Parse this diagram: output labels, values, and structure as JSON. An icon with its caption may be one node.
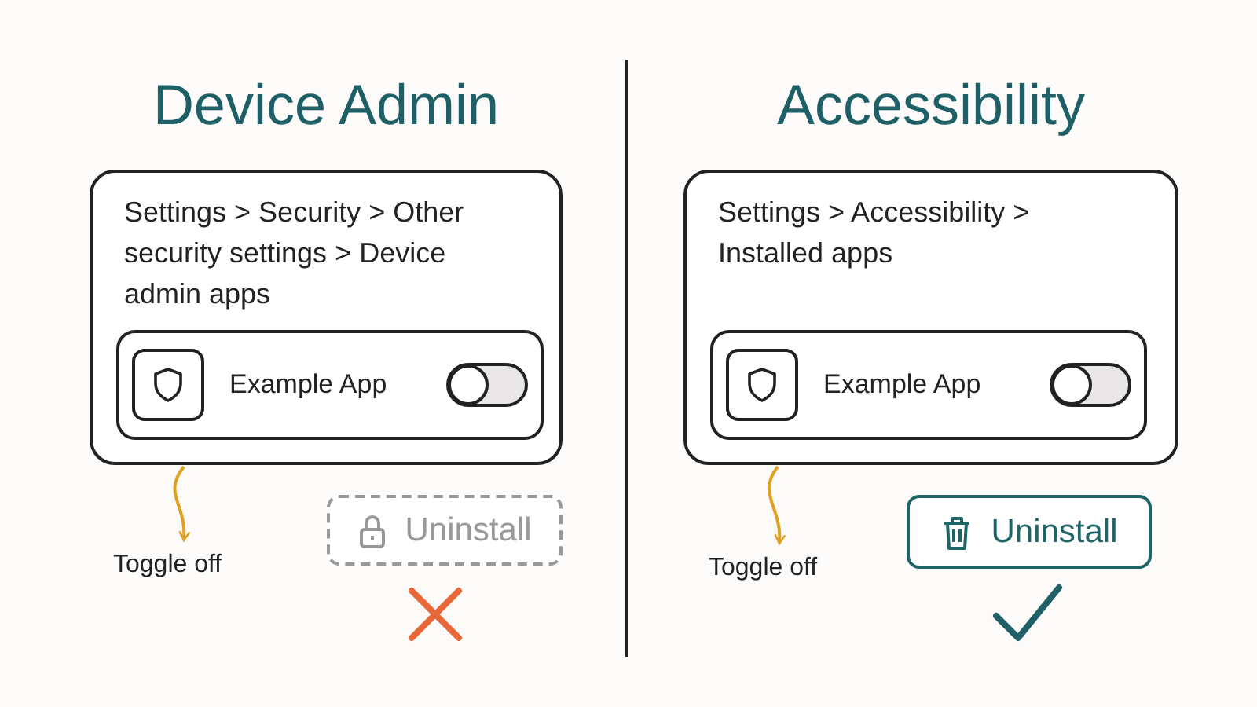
{
  "diagram": {
    "nodes": [
      {
        "text": [
          "Settings > Security > Other security settings > Device admin apps"
        ]
      },
      {
        "text": [
          "Example App"
        ],
        "in": 0
      },
      {
        "text": [
          "Toggle off"
        ]
      },
      {
        "text": [
          "Uninstall"
        ]
      },
      {
        "text": [
          "Settings > Accessibility > Installed apps"
        ]
      },
      {
        "text": [
          "Example App"
        ],
        "in": 4
      },
      {
        "text": [
          "Toggle off"
        ]
      },
      {
        "text": [
          "Uninstall"
        ]
      }
    ],
    "edges": [
      {
        "from": 0,
        "to": 2,
        "arrow": "to",
        "color": "#e0a020"
      },
      {
        "from": 4,
        "to": 6,
        "arrow": "to",
        "color": "#e0a020"
      }
    ],
    "labels": [
      "Device Admin",
      "Accessibility"
    ]
  }
}
